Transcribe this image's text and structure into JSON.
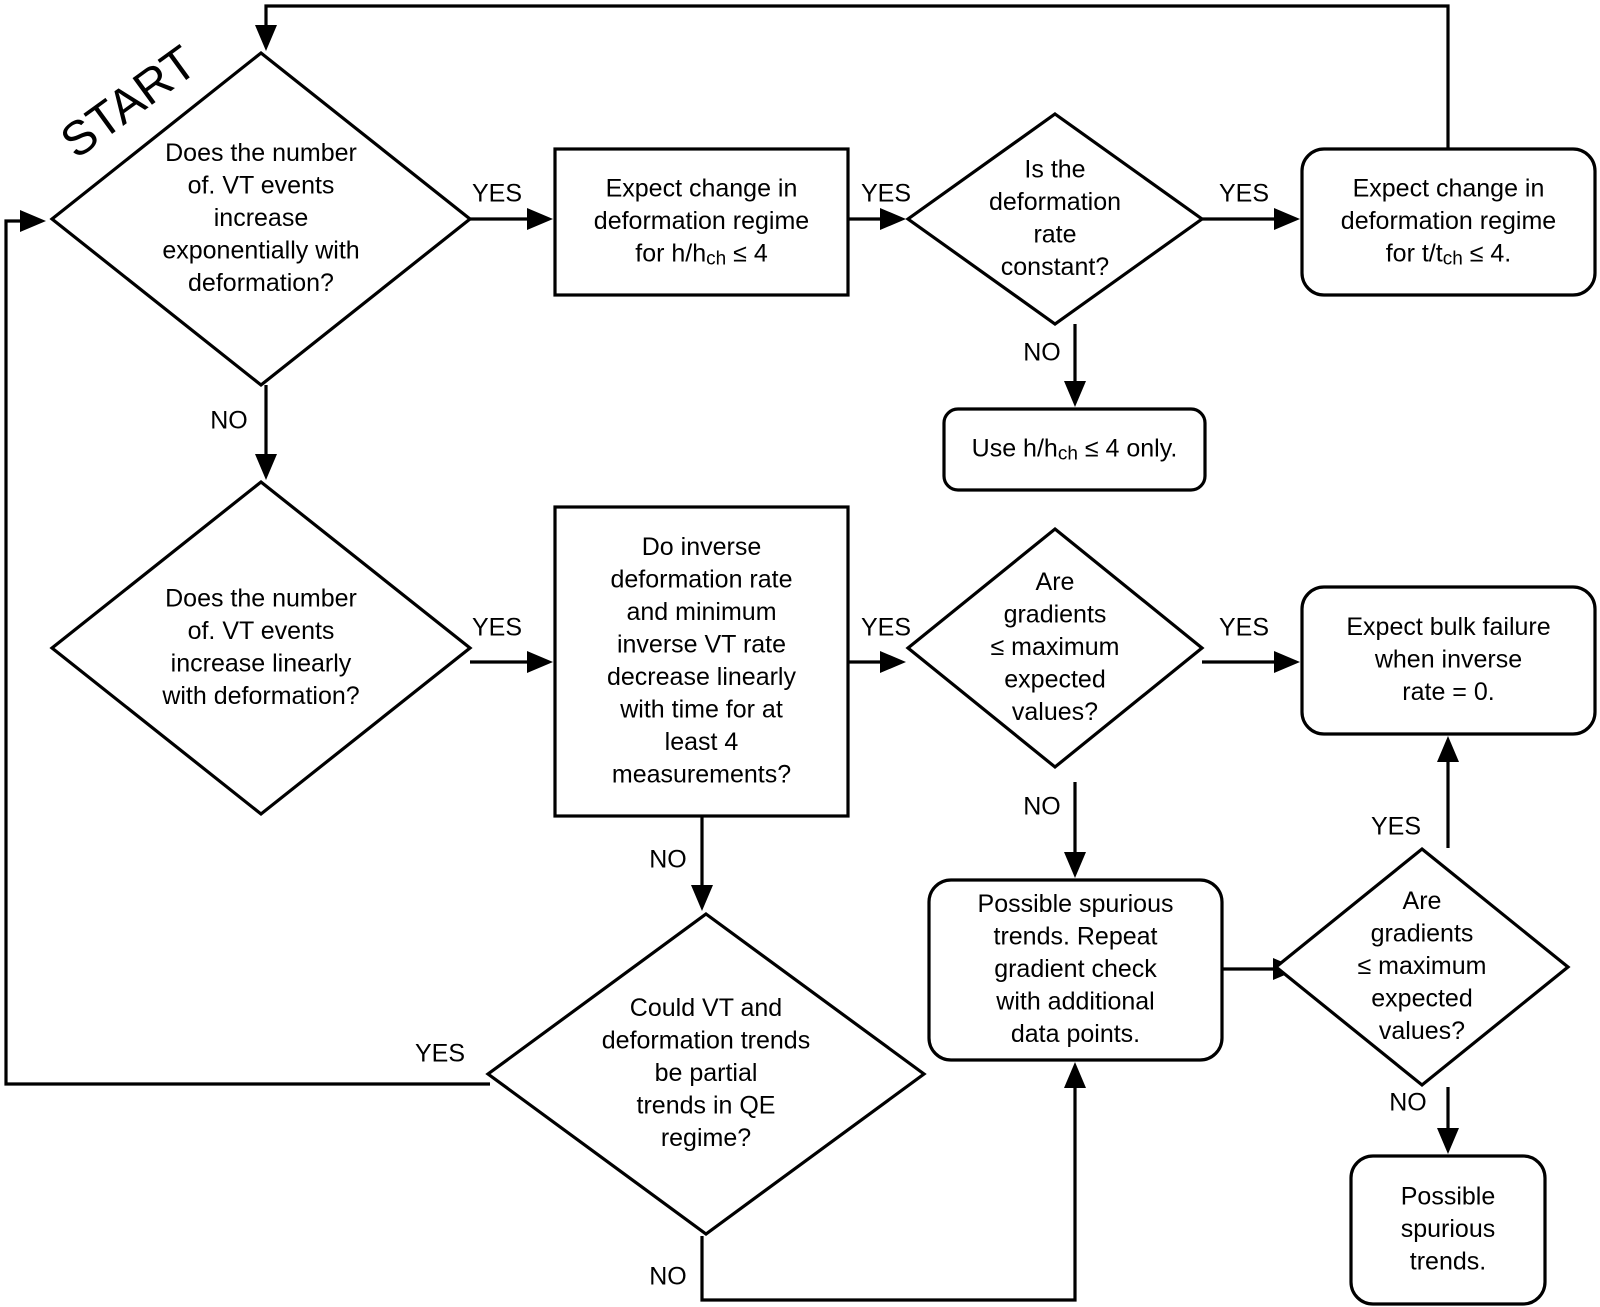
{
  "start_label": "START",
  "yes": "YES",
  "no": "NO",
  "nodes": {
    "q_exponential": [
      "Does the number",
      "of. VT events",
      "increase",
      "exponentially with",
      "deformation?"
    ],
    "q_linear": [
      "Does the number",
      "of. VT events",
      "increase linearly",
      "with deformation?"
    ],
    "expect_h": [
      "Expect change in",
      "deformation regime",
      "for h/h|ch| ≤ 4"
    ],
    "q_rate_constant": [
      "Is the",
      "deformation",
      "rate",
      "constant?"
    ],
    "expect_t": [
      "Expect change in",
      "deformation regime",
      "for t/t|ch| ≤ 4."
    ],
    "use_h_only": [
      "Use h/h|ch| ≤ 4 only."
    ],
    "q_inverse_rate": [
      "Do inverse",
      "deformation rate",
      "and minimum",
      "inverse VT rate",
      "decrease linearly",
      "with time for at",
      "least 4",
      "measurements?"
    ],
    "q_gradients_1": [
      "Are",
      "gradients",
      "≤ maximum",
      "expected",
      "values?"
    ],
    "expect_bulk": [
      "Expect bulk failure",
      "when inverse",
      "rate = 0."
    ],
    "spurious_repeat": [
      "Possible spurious",
      "trends. Repeat",
      "gradient check",
      "with additional",
      "data points."
    ],
    "q_gradients_2": [
      "Are",
      "gradients",
      "≤ maximum",
      "expected",
      "values?"
    ],
    "q_partial": [
      "Could VT and",
      "deformation trends",
      "be partial",
      "trends in QE",
      "regime?"
    ],
    "spurious": [
      "Possible",
      "spurious",
      "trends."
    ]
  }
}
